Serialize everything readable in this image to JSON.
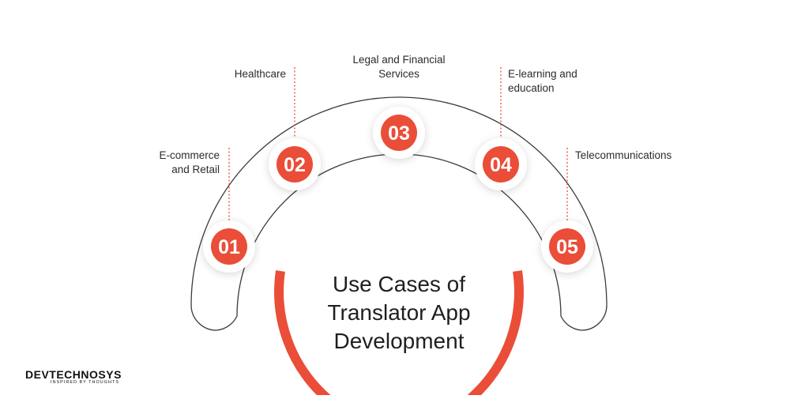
{
  "title_lines": [
    "Use Cases of",
    "Translator App",
    "Development"
  ],
  "items": [
    {
      "number": "01",
      "label_lines": [
        "E-commerce",
        "and Retail"
      ]
    },
    {
      "number": "02",
      "label_lines": [
        "Healthcare"
      ]
    },
    {
      "number": "03",
      "label_lines": [
        "Legal and Financial",
        "Services"
      ]
    },
    {
      "number": "04",
      "label_lines": [
        "E-learning and",
        "education"
      ]
    },
    {
      "number": "05",
      "label_lines": [
        "Telecommunications"
      ]
    }
  ],
  "logo": {
    "name": "DEVTECHNOSYS",
    "tagline": "INSPIRED BY THOUGHTS"
  },
  "colors": {
    "accent": "#ea4d38",
    "outline": "#3a3a3a",
    "text": "#2b2b2b"
  }
}
